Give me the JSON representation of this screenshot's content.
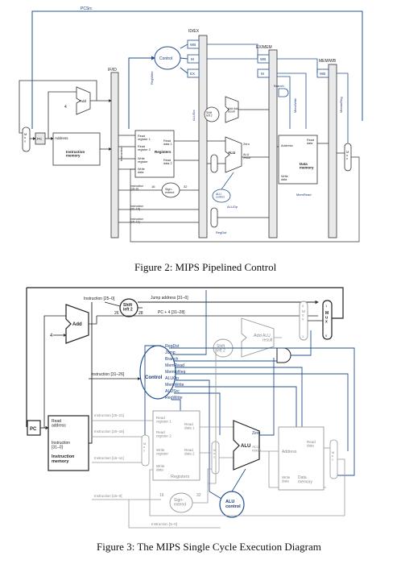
{
  "fig2": {
    "caption": "Figure 2: MIPS Pipelined Control",
    "labels": {
      "pcsrc": "PCSrc",
      "id_ex": "ID/EX",
      "ex_mem": "EX/MEM",
      "mem_wb": "MEM/WB",
      "if_id": "IF/ID",
      "wb": "WB",
      "m": "M",
      "ex": "EX",
      "control": "Control",
      "add": "Add",
      "four": "4",
      "pc": "PC",
      "address": "Address",
      "instruction_memory": "Instruction\nmemory",
      "instruction": "Instruction",
      "regs": [
        "Read\nregister 1",
        "Read\nregister 2",
        "Write\nregister",
        "Write\ndata"
      ],
      "regs_out": [
        "Read\ndata 1",
        "Read\ndata 2"
      ],
      "registers": "Registers",
      "regwrite": "RegWrite",
      "branch": "Branch",
      "memwrite": "MemWrite",
      "memtoreg": "MemtoReg",
      "shift": "Shift\nleft 2",
      "add_result": "Add Add\nresult",
      "alusrc": "ALUSrc",
      "alu": "ALU",
      "zero": "Zero",
      "alu_result": "ALU\nresult",
      "alu_control": "ALU\ncontrol",
      "aluop": "ALUOp",
      "regdst": "RegDst",
      "memread": "MemRead",
      "data_memory": "Data\nmemory",
      "mem_read_data": "Read\ndata",
      "mem_write_data": "Write\ndata",
      "sign_extend": "Sign-\nextend",
      "n16": "16",
      "n32": "32",
      "instr_fields": [
        "Instruction\n[15–0]",
        "Instruction\n[20–16]",
        "Instruction\n[15–11]"
      ],
      "mux": "M\nu\nx"
    }
  },
  "fig3": {
    "caption": "Figure 3: The MIPS Single Cycle Execution Diagram",
    "labels": {
      "instr_25_0": "Instruction [25–0]",
      "shift_top": "Shift\nleft 2",
      "n26": "26",
      "n28": "28",
      "jump_address": "Jump address [31–0]",
      "pc4": "PC + 4 [31–28]",
      "add": "Add",
      "four": "4",
      "add_alu": "Add",
      "alu_result_small": "ALU\nresult",
      "shift_mid": "Shift\nleft 2",
      "control": "Control",
      "instr_31_26": "Instruction [31–26]",
      "control_signals": [
        "RegDst",
        "Jump",
        "Branch",
        "MemRead",
        "MemtoReg",
        "ALUOp",
        "MemWrite",
        "ALUSrc",
        "RegWrite"
      ],
      "pc": "PC",
      "read_address": "Read\naddress",
      "instr_31_0": "Instruction\n[31–0]",
      "instruction_memory": "Instruction\nmemory",
      "instr_25_21": "Instruction [25–21]",
      "instr_20_16": "Instruction [20–16]",
      "instr_15_11": "Instruction [15–11]",
      "instr_15_0": "Instruction [15–0]",
      "instr_5_0": "Instruction [5–0]",
      "regs": [
        "Read\nregister 1",
        "Read\nregister 2",
        "Write\nregister",
        "Write\ndata"
      ],
      "regs_out": [
        "Read\ndata 1",
        "Read\ndata 2"
      ],
      "registers": "Registers",
      "sign_extend": "Sign-\nextend",
      "n16": "16",
      "n32": "32",
      "alu_control": "ALU\ncontrol",
      "zero": "Zero",
      "alu": "ALU",
      "alu_result": "ALU\nresult",
      "address": "Address",
      "read_data": "Read\ndata",
      "write_data": "Write\ndata",
      "data_memory": "Data\nmemory",
      "mux": "M\nu\nx",
      "zero_one": [
        "0",
        "1"
      ]
    }
  }
}
